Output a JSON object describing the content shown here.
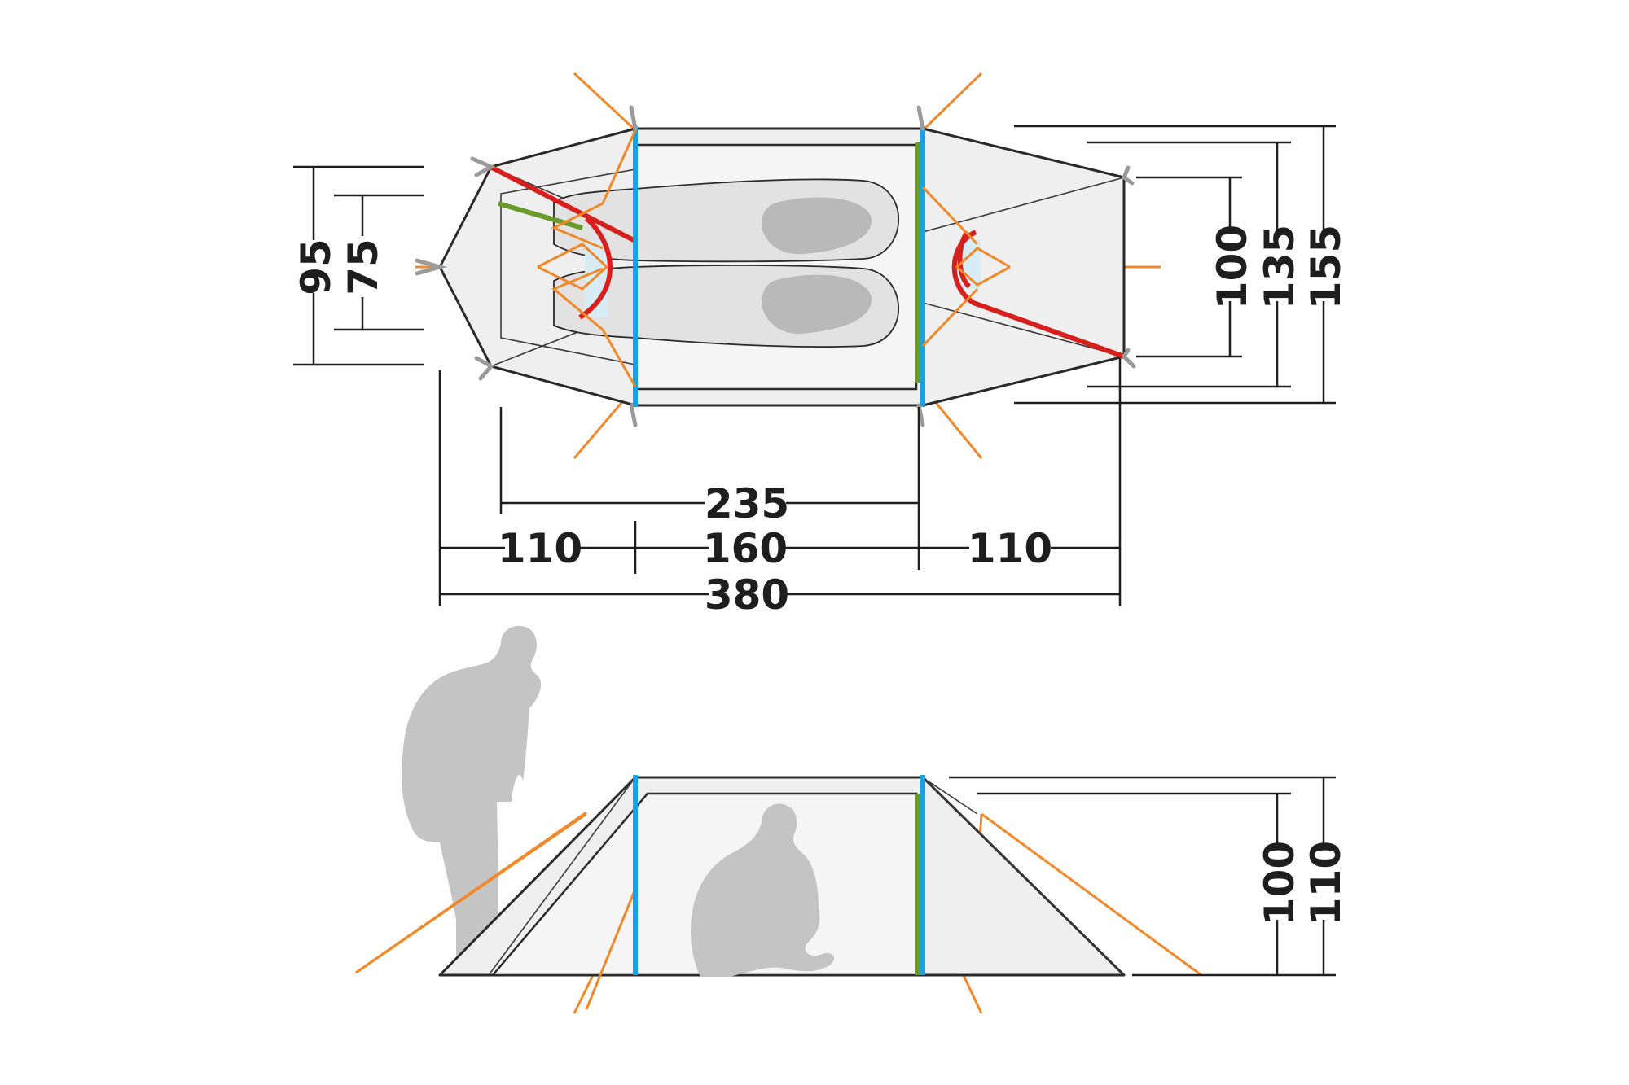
{
  "top_view": {
    "dimensions": {
      "inner_width_top": "95",
      "inner_width_narrow": "75",
      "inner_length": "235",
      "vestibule_left": "110",
      "center_length": "160",
      "vestibule_right": "110",
      "total_length": "380",
      "right_width_small": "100",
      "right_width_mid": "135",
      "right_width_total": "155"
    }
  },
  "side_view": {
    "dimensions": {
      "inner_height": "100",
      "total_height": "110"
    }
  },
  "colors": {
    "outline": "#2a2a2a",
    "guyline": "#f0892a",
    "pole_blue": "#1ea0e0",
    "pole_green": "#6a9a2a",
    "pole_red": "#d6201e",
    "silhouette": "#c4c4c4"
  }
}
